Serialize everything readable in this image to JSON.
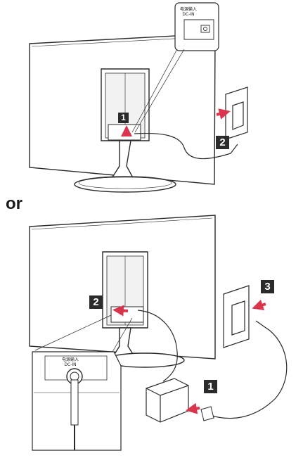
{
  "separator": {
    "text": "or"
  },
  "diagram_top": {
    "callout_port": {
      "line1": "电源输入",
      "line2": "DC-IN"
    },
    "step_badges": [
      "1",
      "2"
    ]
  },
  "diagram_bottom": {
    "callout_port": {
      "line1": "电源输入",
      "line2": "DC-IN"
    },
    "step_badges": [
      "1",
      "2",
      "3"
    ]
  },
  "colors": {
    "arrow": "#d9354d",
    "line": "#2a2a2a",
    "badge": "#2b2b2b"
  }
}
